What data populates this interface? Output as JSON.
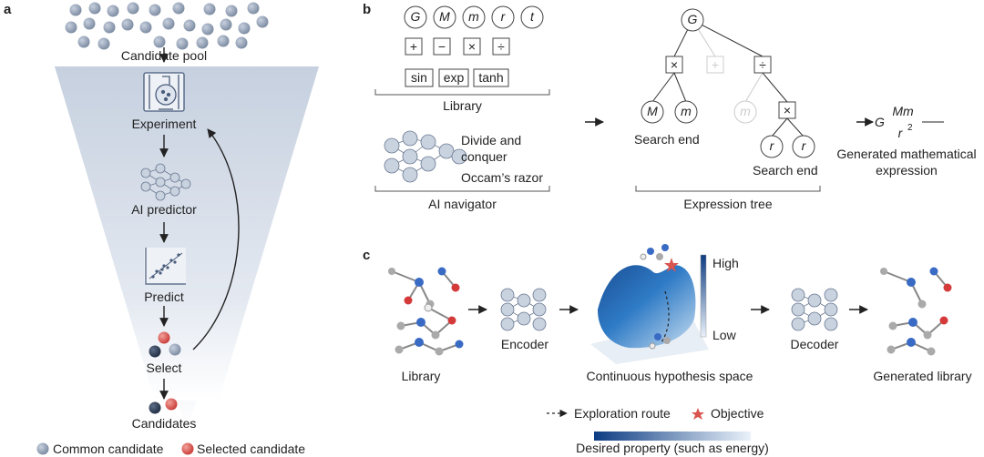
{
  "panels": {
    "a": {
      "letter": "a",
      "candidate_pool": "Candidate pool",
      "steps": [
        "Experiment",
        "AI predictor",
        "Predict",
        "Select"
      ],
      "candidates": "Candidates",
      "legend": {
        "common": "Common candidate",
        "selected": "Selected candidate"
      },
      "colors": {
        "common": "#8f9db3",
        "selected": "#d9443f",
        "dark": "#2e3d55",
        "funnel": "#c9d3e3"
      }
    },
    "b": {
      "letter": "b",
      "symbols": [
        "G",
        "M",
        "m",
        "r",
        "t"
      ],
      "operators": [
        "+",
        "−",
        "×",
        "÷"
      ],
      "functions": [
        "sin",
        "exp",
        "tanh"
      ],
      "library_label": "Library",
      "navigator_lines": [
        "Divide and",
        "conquer",
        "Occam’s razor"
      ],
      "navigator_label": "AI navigator",
      "tree": {
        "root": "G",
        "ops": [
          "×",
          "+",
          "÷",
          "×"
        ],
        "leaves": [
          "M",
          "m",
          "m",
          "r",
          "r"
        ],
        "search_end_left": "Search end",
        "search_end_right": "Search end",
        "label": "Expression tree"
      },
      "expression": {
        "prefix": "G",
        "numerator": "Mm",
        "denominator": "r",
        "exponent": "2"
      },
      "generated_label_1": "Generated mathematical",
      "generated_label_2": "expression"
    },
    "c": {
      "letter": "c",
      "library": "Library",
      "encoder": "Encoder",
      "space": "Continuous hypothesis space",
      "decoder": "Decoder",
      "generated": "Generated library",
      "colorbar": {
        "high": "High",
        "low": "Low"
      },
      "legend": {
        "route": "Exploration route",
        "objective": "Objective",
        "bar_label": "Desired property (such as energy)"
      },
      "colors": {
        "surface_dark": "#1f5fa8",
        "surface_light": "#bcd7ef",
        "star": "#d9534f"
      }
    }
  }
}
